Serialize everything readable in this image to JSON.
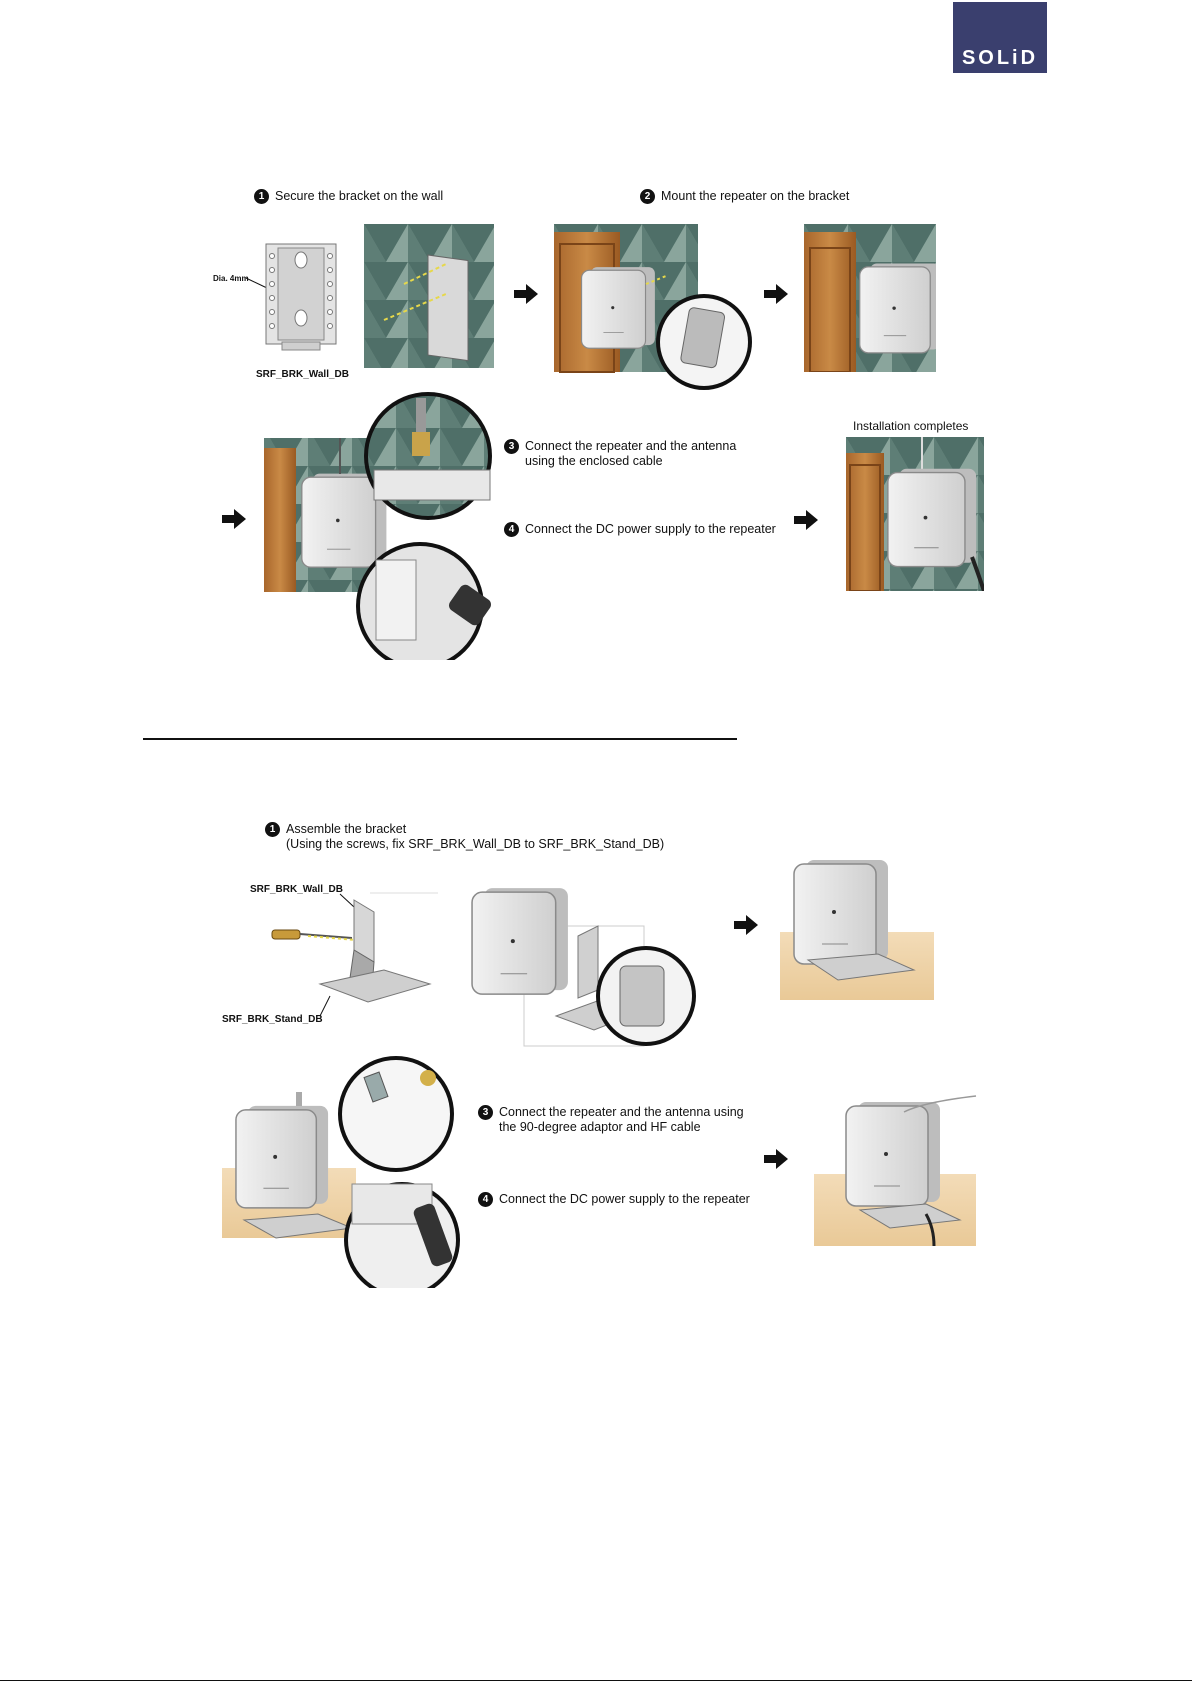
{
  "logo": {
    "text": "SOLiD",
    "color": "#3a3f6e"
  },
  "wall_mount": {
    "step1": {
      "num": "1",
      "text": "Secure the bracket on the wall"
    },
    "step2": {
      "num": "2",
      "text": "Mount the repeater on the bracket"
    },
    "step3": {
      "num": "3",
      "line1": "Connect the repeater and the antenna",
      "line2": "using the enclosed cable"
    },
    "step4": {
      "num": "4",
      "text": "Connect the DC power supply to the repeater"
    },
    "dia_label": "Dia. 4mm",
    "bracket_label": "SRF_BRK_Wall_DB",
    "complete_label": "Installation completes"
  },
  "stand_mount": {
    "step1": {
      "num": "1",
      "line1": "Assemble the bracket",
      "line2": "(Using the screws, fix SRF_BRK_Wall_DB to SRF_BRK_Stand_DB)"
    },
    "step3": {
      "num": "3",
      "line1": "Connect the repeater and the antenna using",
      "line2": "the 90-degree adaptor and HF cable"
    },
    "step4": {
      "num": "4",
      "text": "Connect the DC power supply to the repeater"
    },
    "wall_bracket_label": "SRF_BRK_Wall_DB",
    "stand_bracket_label": "SRF_BRK_Stand_DB"
  }
}
